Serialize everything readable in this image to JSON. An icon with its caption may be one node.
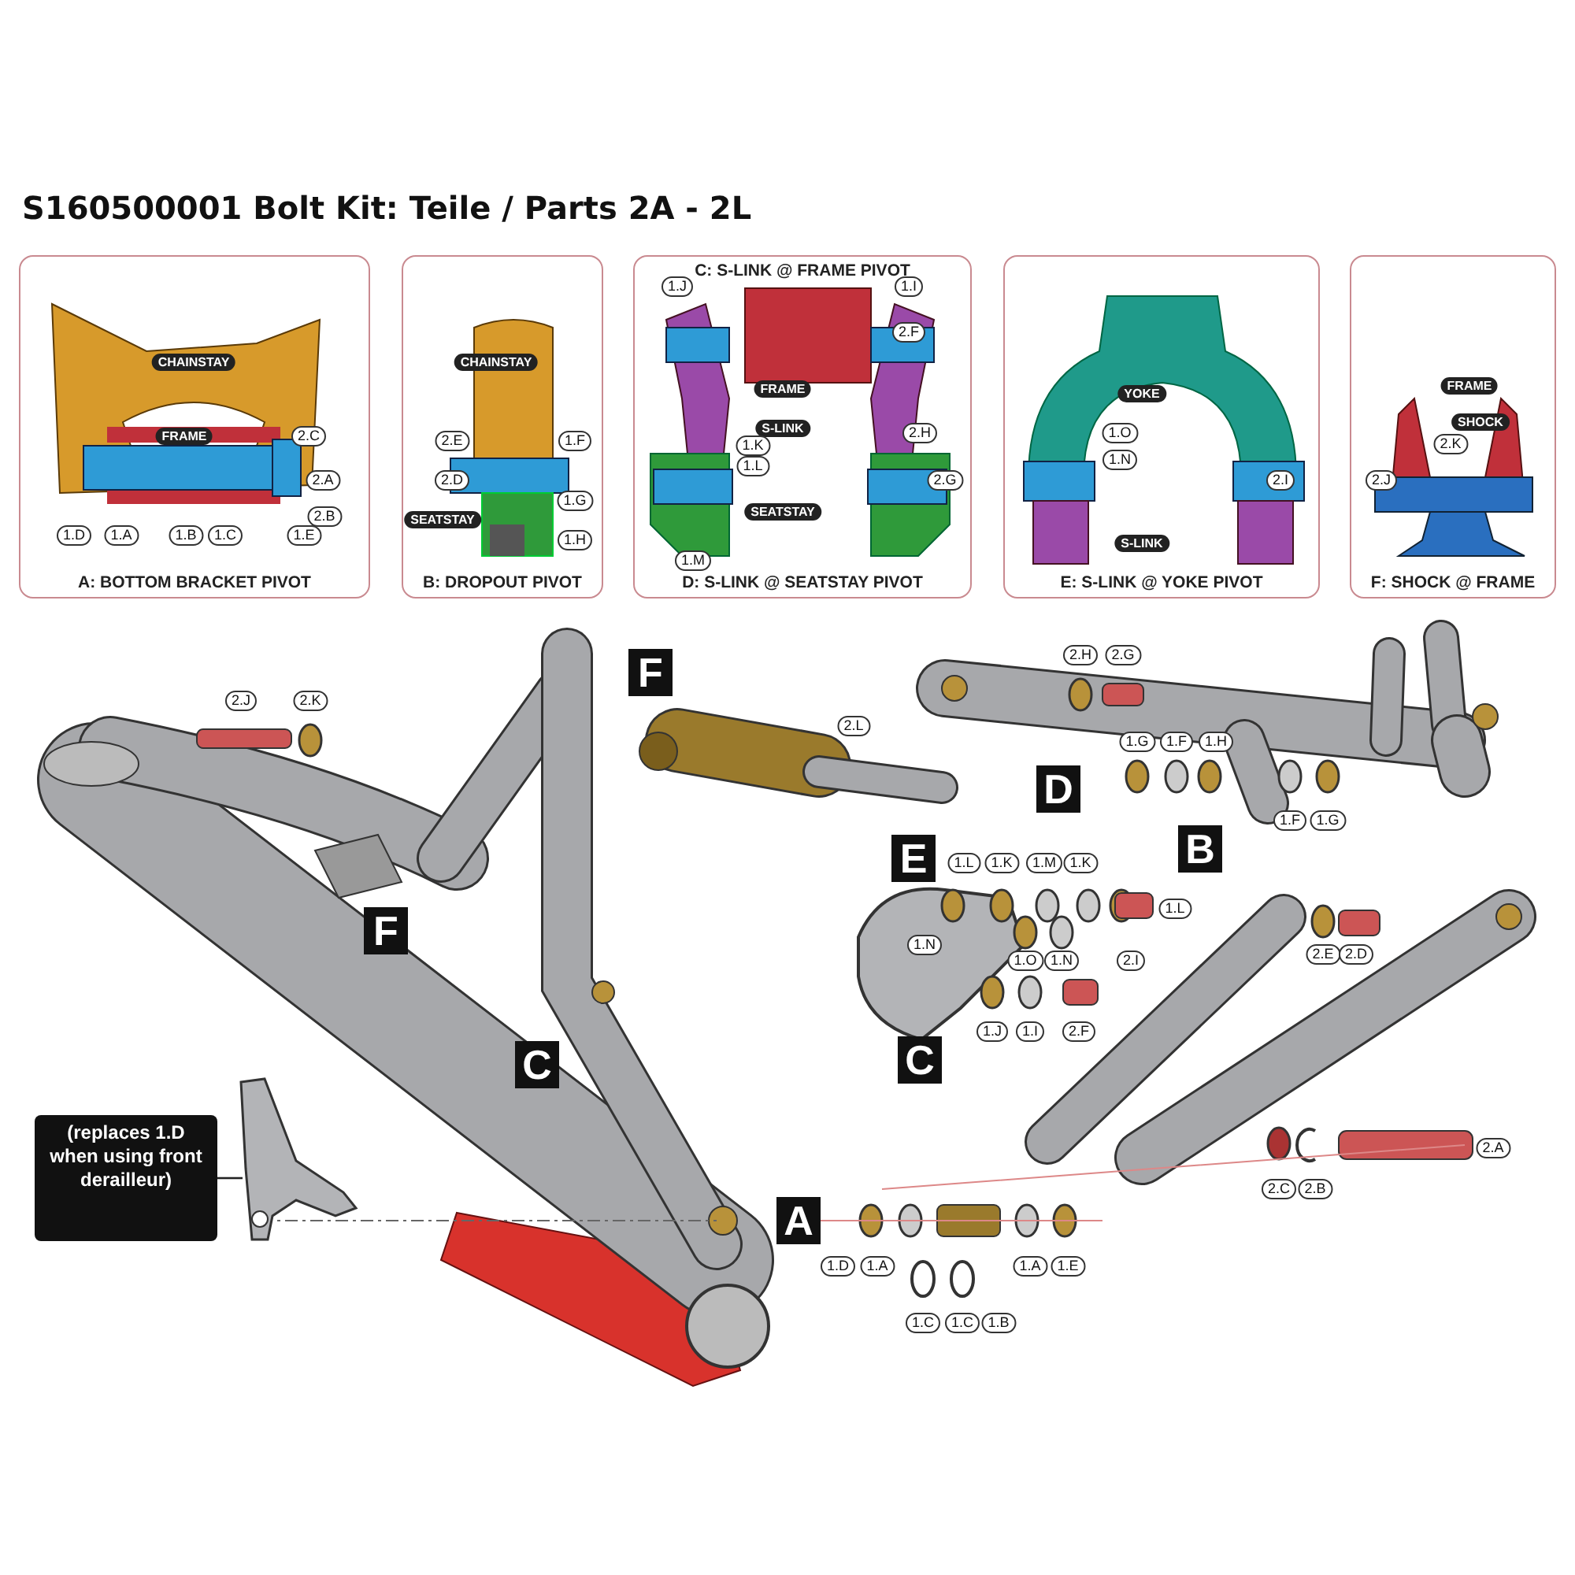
{
  "diagram": {
    "title": "S160500001 Bolt Kit: Teile / Parts 2A - 2L",
    "nodes": [
      {
        "text": [
          "A: BOTTOM BRACKET PIVOT"
        ]
      },
      {
        "text": [
          "B: DROPOUT PIVOT"
        ]
      },
      {
        "text": [
          "C: S-LINK @ FRAME PIVOT",
          "D: S-LINK @ SEATSTAY PIVOT"
        ]
      },
      {
        "text": [
          "E: S-LINK @ YOKE PIVOT"
        ]
      },
      {
        "text": [
          "F: SHOCK @ FRAME"
        ]
      },
      {
        "text": [
          "(replaces 1.D when using front derailleur)"
        ]
      },
      {
        "text": [],
        "shape": "picture"
      }
    ],
    "edges": [
      {
        "from": 5,
        "to": 6,
        "arrow": "none"
      }
    ],
    "labels": [
      "CHAINSTAY",
      "FRAME",
      "2.C",
      "2.A",
      "2.B",
      "1.D",
      "1.A",
      "1.B",
      "1.C",
      "1.E",
      "CHAINSTAY",
      "2.E",
      "1.F",
      "2.D",
      "1.G",
      "SEATSTAY",
      "1.H",
      "1.J",
      "1.I",
      "2.F",
      "FRAME",
      "S-LINK",
      "2.H",
      "1.K",
      "1.L",
      "2.G",
      "SEATSTAY",
      "1.M",
      "YOKE",
      "1.O",
      "1.N",
      "2.I",
      "S-LINK",
      "FRAME",
      "SHOCK",
      "2.K",
      "2.J",
      "2.J",
      "2.K",
      "F",
      "2.L",
      "2.H",
      "2.G",
      "1.G",
      "1.F",
      "1.H",
      "D",
      "1.F",
      "1.G",
      "E",
      "B",
      "1.L",
      "1.K",
      "1.M",
      "1.K",
      "1.L",
      "1.N",
      "1.O",
      "1.N",
      "2.I",
      "2.E",
      "2.D",
      "F",
      "C",
      "C",
      "1.J",
      "1.I",
      "2.F",
      "A",
      "2.C",
      "2.B",
      "2.A",
      "1.D",
      "1.A",
      "1.A",
      "1.E",
      "1.C",
      "1.C",
      "1.B"
    ]
  }
}
